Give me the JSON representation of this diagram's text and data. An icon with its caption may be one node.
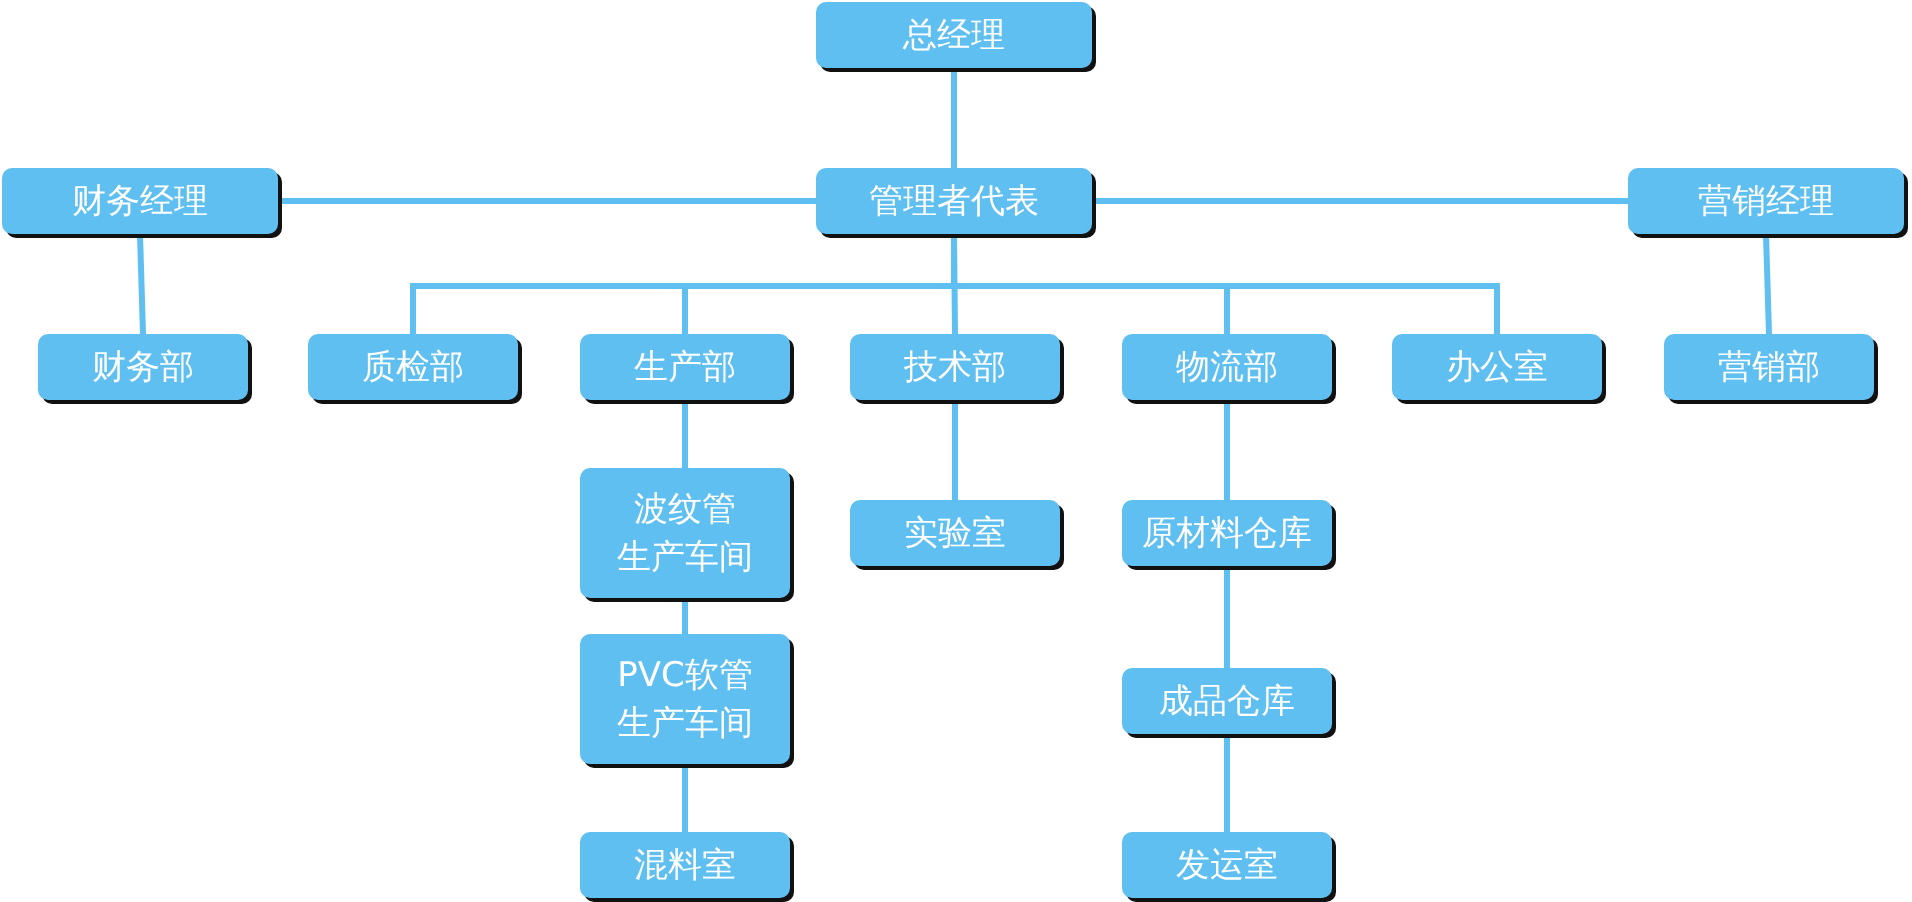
{
  "diagram": {
    "nodes": [
      {
        "text": [
          "总经理"
        ]
      },
      {
        "text": [
          "财务经理"
        ]
      },
      {
        "text": [
          "管理者代表"
        ]
      },
      {
        "text": [
          "营销经理"
        ]
      },
      {
        "text": [
          "财务部"
        ]
      },
      {
        "text": [
          "质检部"
        ]
      },
      {
        "text": [
          "生产部"
        ]
      },
      {
        "text": [
          "技术部"
        ]
      },
      {
        "text": [
          "物流部"
        ]
      },
      {
        "text": [
          "办公室"
        ]
      },
      {
        "text": [
          "营销部"
        ]
      },
      {
        "text": [
          "波纹管生产车间"
        ]
      },
      {
        "text": [
          "实验室"
        ]
      },
      {
        "text": [
          "原材料仓库"
        ]
      },
      {
        "text": [
          "PVC软管生产车间"
        ]
      },
      {
        "text": [
          "成品仓库"
        ]
      },
      {
        "text": [
          "混料室"
        ]
      },
      {
        "text": [
          "发运室"
        ]
      }
    ],
    "edges": [
      {
        "from": 0,
        "to": 2,
        "arrow": "none"
      },
      {
        "from": 2,
        "to": 1,
        "arrow": "none"
      },
      {
        "from": 2,
        "to": 3,
        "arrow": "none"
      },
      {
        "from": 1,
        "to": 4,
        "arrow": "none"
      },
      {
        "from": 2,
        "to": 5,
        "arrow": "none"
      },
      {
        "from": 2,
        "to": 6,
        "arrow": "none"
      },
      {
        "from": 2,
        "to": 7,
        "arrow": "none"
      },
      {
        "from": 2,
        "to": 8,
        "arrow": "none"
      },
      {
        "from": 2,
        "to": 9,
        "arrow": "none"
      },
      {
        "from": 3,
        "to": 10,
        "arrow": "none"
      },
      {
        "from": 6,
        "to": 11,
        "arrow": "none"
      },
      {
        "from": 11,
        "to": 14,
        "arrow": "none"
      },
      {
        "from": 14,
        "to": 16,
        "arrow": "none"
      },
      {
        "from": 7,
        "to": 12,
        "arrow": "none"
      },
      {
        "from": 8,
        "to": 13,
        "arrow": "none"
      },
      {
        "from": 13,
        "to": 15,
        "arrow": "none"
      },
      {
        "from": 15,
        "to": 17,
        "arrow": "none"
      }
    ]
  }
}
